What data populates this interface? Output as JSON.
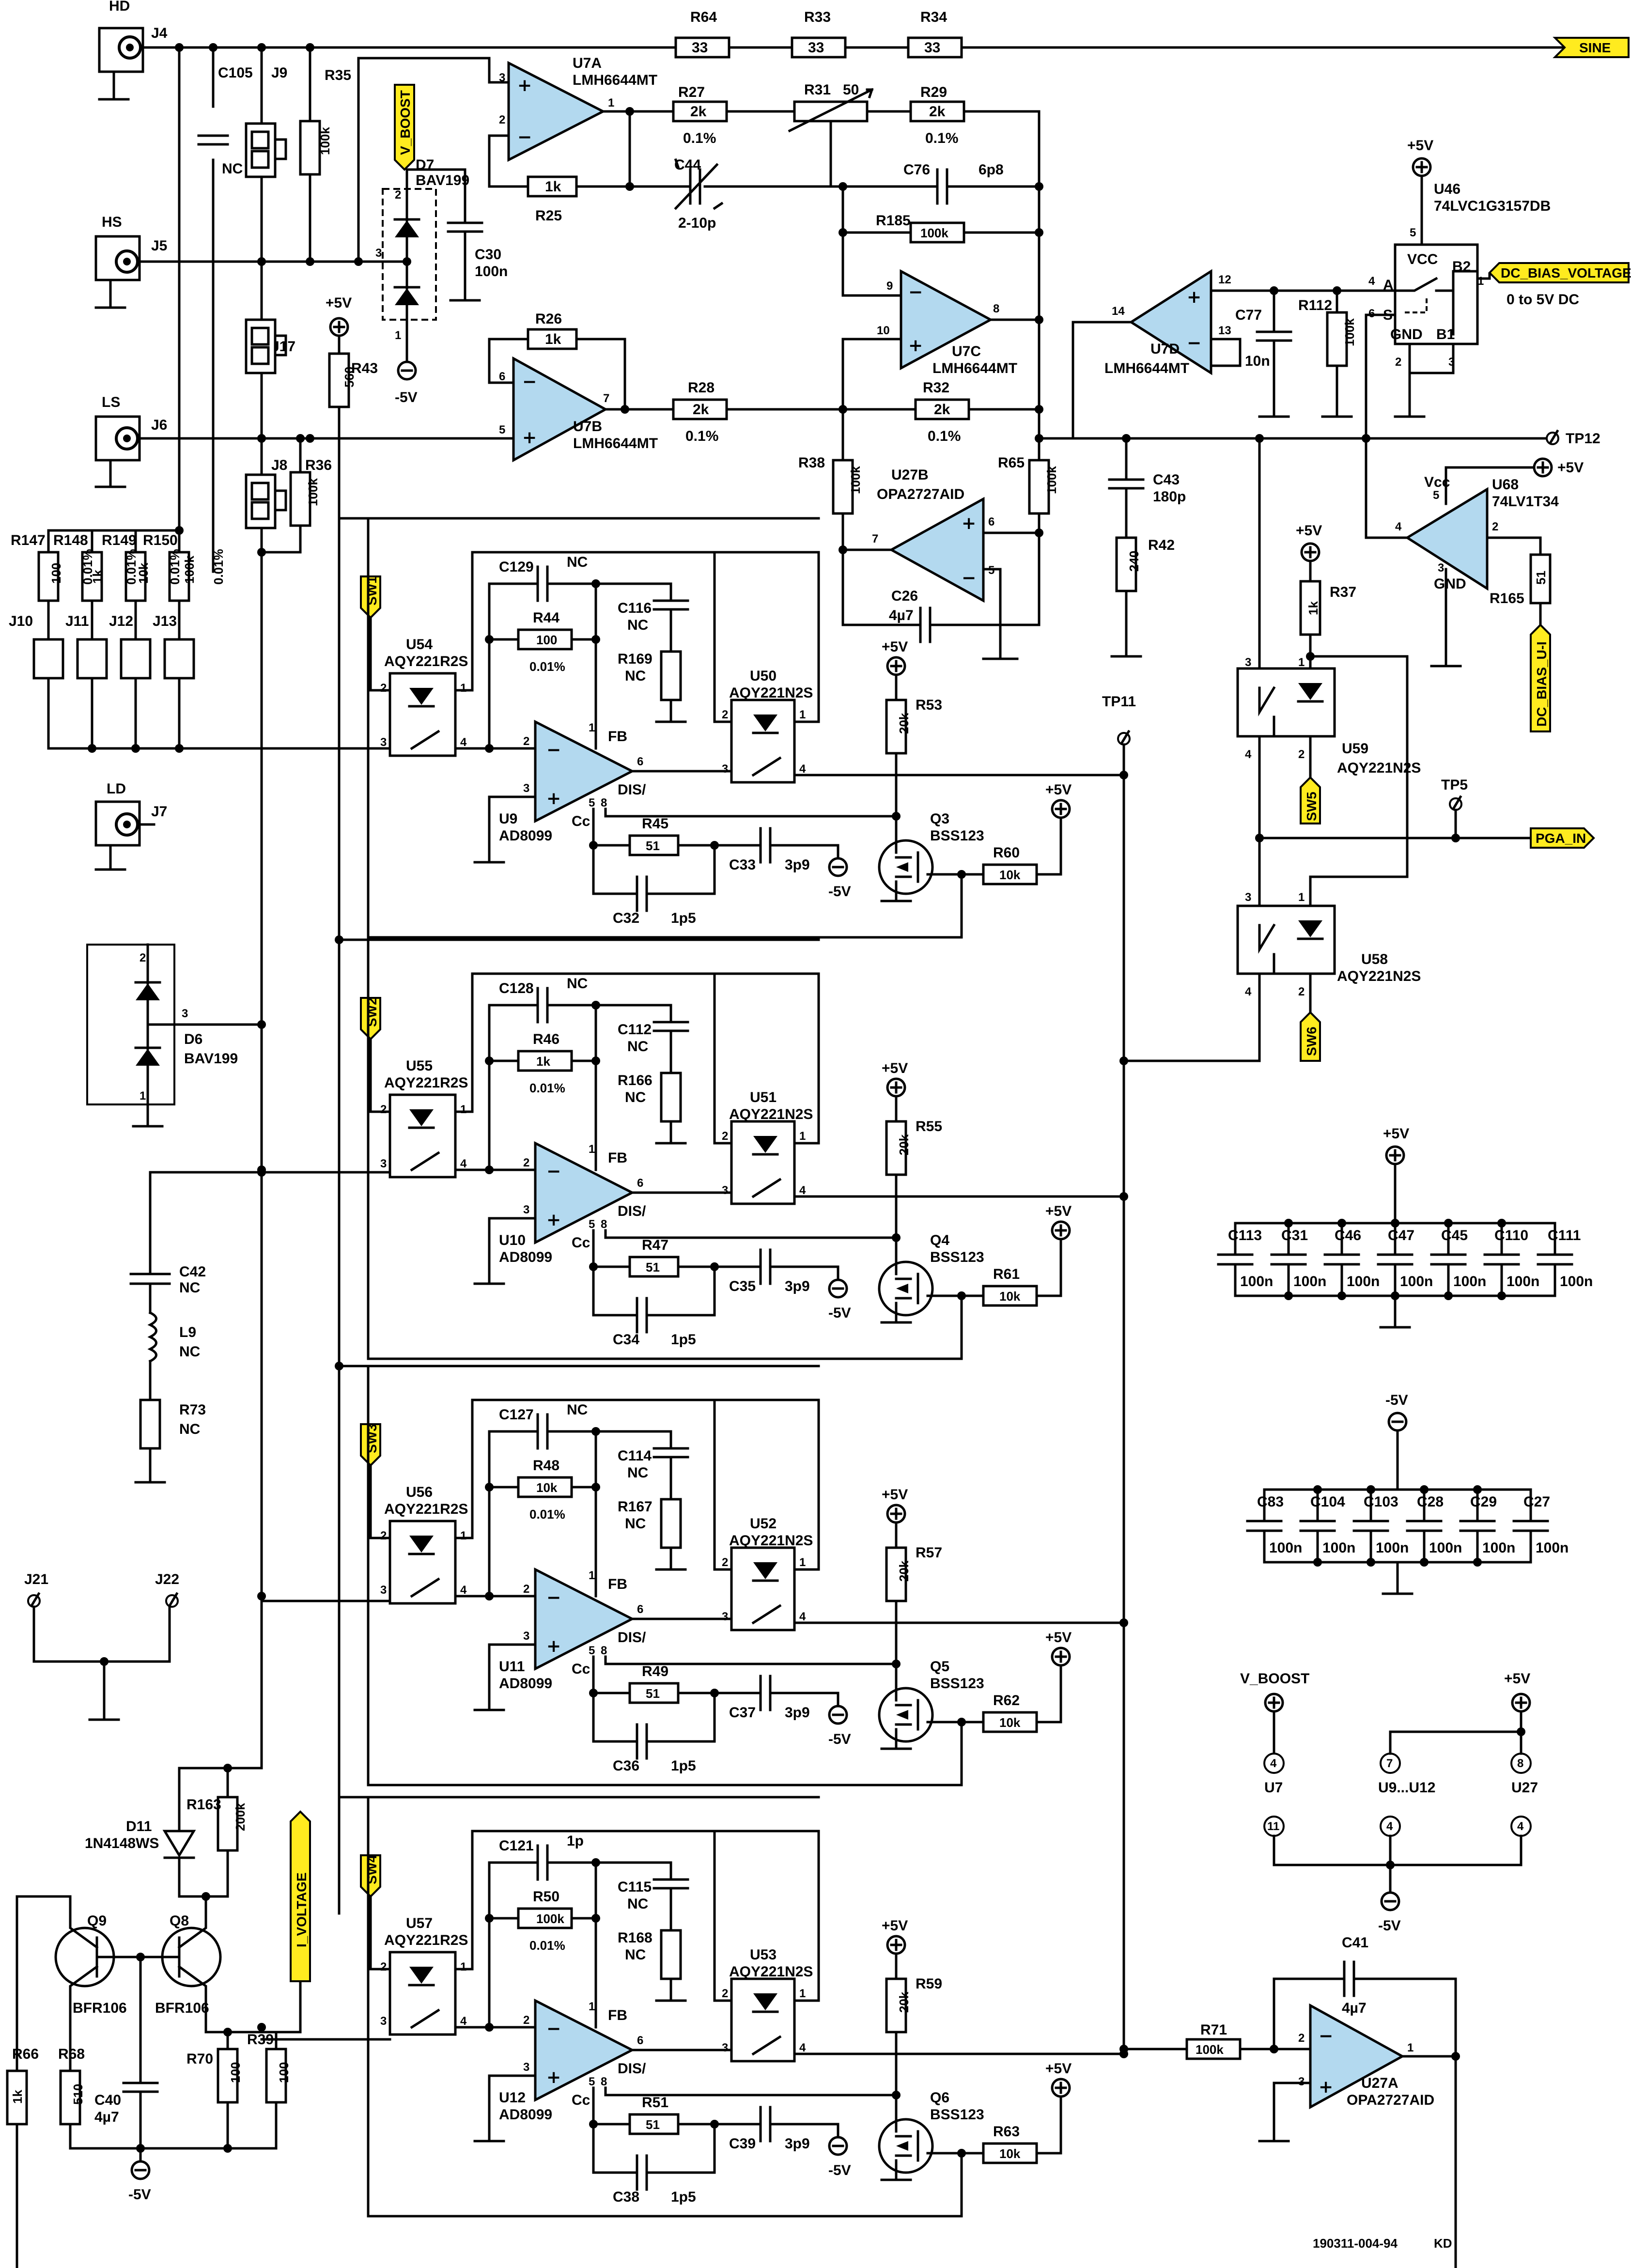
{
  "connectors": {
    "hd": "HD",
    "j4": "J4",
    "hs": "HS",
    "j5": "J5",
    "ls": "LS",
    "j6": "J6",
    "ld": "LD",
    "j7": "J7",
    "j8": "J8",
    "j9": "J9",
    "j10": "J10",
    "j11": "J11",
    "j12": "J12",
    "j13": "J13",
    "j17": "J17",
    "j21": "J21",
    "j22": "J22"
  },
  "flags": {
    "sine": "SINE",
    "dc_bias_voltage": "DC_BIAS_VOLTAGE",
    "dc_range": "0 to 5V DC",
    "dc_bias_ui": "DC_BIAS_U-I",
    "pga_in": "PGA_IN",
    "v_boost": "V_BOOST",
    "i_voltage": "I_VOLTAGE",
    "sw1": "SW1",
    "sw2": "SW2",
    "sw3": "SW3",
    "sw4": "SW4",
    "sw5": "SW5",
    "sw6": "SW6"
  },
  "testpoints": {
    "tp11": "TP11",
    "tp12": "TP12",
    "tp5": "TP5"
  },
  "rails": {
    "p5": "+5V",
    "m5": "-5V",
    "vboost": "V_BOOST"
  },
  "top": {
    "r64": "R64",
    "r64v": "33",
    "r33": "R33",
    "r33v": "33",
    "r34": "R34",
    "r34v": "33",
    "c105": "C105",
    "c105v": "NC",
    "r35": "R35",
    "r35v": "100k",
    "d7": "D7",
    "d7v": "BAV199",
    "c30": "C30",
    "c30v": "100n",
    "u7a": "U7A",
    "u7av": "LMH6644MT",
    "r27": "R27",
    "r27v": "2k",
    "r27t": "0.1%",
    "r31": "R31",
    "r31v": "50",
    "r29": "R29",
    "r29v": "2k",
    "r29t": "0.1%",
    "r25": "R25",
    "r25v": "1k",
    "c44": "C44",
    "c44v": "2-10p",
    "c76": "C76",
    "c76v": "6p8",
    "r185": "R185",
    "r185v": "100k",
    "u7c": "U7C",
    "u7cv": "LMH6644MT",
    "u7d": "U7D",
    "u7dv": "LMH6644MT",
    "c77": "C77",
    "c77v": "10n",
    "r112": "R112",
    "r112v": "100k",
    "u46": "U46",
    "u46v": "74LVC1G3157DB",
    "vcc": "VCC",
    "gnd": "GND",
    "a": "A",
    "s": "S",
    "b1": "B1",
    "b2": "B2",
    "r43": "R43",
    "r43v": "560",
    "r26": "R26",
    "r26v": "1k",
    "u7b": "U7B",
    "u7bv": "LMH6644MT",
    "r28": "R28",
    "r28v": "2k",
    "r28t": "0.1%",
    "r32": "R32",
    "r32v": "2k",
    "r32t": "0.1%",
    "r38": "R38",
    "r38v": "100k",
    "u27b": "U27B",
    "u27bv": "OPA2727AID",
    "r65": "R65",
    "r65v": "100k",
    "c26": "C26",
    "c26v": "4µ7",
    "c43": "C43",
    "c43v": "180p",
    "r42": "R42",
    "r42v": "240",
    "r36": "R36",
    "r36v": "100k"
  },
  "rangeres": {
    "r147": "R147",
    "r147v": "100",
    "r148": "R148",
    "r148v": "1k",
    "r149": "R149",
    "r149v": "10k",
    "r150": "R150",
    "r150v": "100k",
    "tol": "0.01%"
  },
  "bias": {
    "u68": "U68",
    "u68v": "74LV1T34",
    "vcc": "Vcc",
    "gnd": "GND",
    "r165": "R165",
    "r165v": "51",
    "r37": "R37",
    "r37v": "1k",
    "u59": "U59",
    "u59v": "AQY221N2S",
    "u58": "U58",
    "u58v": "AQY221N2S"
  },
  "stages": [
    {
      "usw": "U54",
      "uswv": "AQY221R2S",
      "c": "C129",
      "cv": "NC",
      "rf": "R44",
      "rfv": "100",
      "rft": "0.01%",
      "cn": "C116",
      "cnv": "NC",
      "rn": "R169",
      "rnv": "NC",
      "uo": "U50",
      "uov": "AQY221N2S",
      "amp": "U9",
      "ampv": "AD8099",
      "rs": "R45",
      "rsv": "51",
      "cs": "C33",
      "csv": "3p9",
      "cc": "C32",
      "ccv": "1p5",
      "rg": "R53",
      "rgv": "20k",
      "q": "Q3",
      "qv": "BSS123",
      "rb": "R60",
      "rbv": "10k"
    },
    {
      "usw": "U55",
      "uswv": "AQY221R2S",
      "c": "C128",
      "cv": "NC",
      "rf": "R46",
      "rfv": "1k",
      "rft": "0.01%",
      "cn": "C112",
      "cnv": "NC",
      "rn": "R166",
      "rnv": "NC",
      "uo": "U51",
      "uov": "AQY221N2S",
      "amp": "U10",
      "ampv": "AD8099",
      "rs": "R47",
      "rsv": "51",
      "cs": "C35",
      "csv": "3p9",
      "cc": "C34",
      "ccv": "1p5",
      "rg": "R55",
      "rgv": "20k",
      "q": "Q4",
      "qv": "BSS123",
      "rb": "R61",
      "rbv": "10k"
    },
    {
      "usw": "U56",
      "uswv": "AQY221R2S",
      "c": "C127",
      "cv": "NC",
      "rf": "R48",
      "rfv": "10k",
      "rft": "0.01%",
      "cn": "C114",
      "cnv": "NC",
      "rn": "R167",
      "rnv": "NC",
      "uo": "U52",
      "uov": "AQY221N2S",
      "amp": "U11",
      "ampv": "AD8099",
      "rs": "R49",
      "rsv": "51",
      "cs": "C37",
      "csv": "3p9",
      "cc": "C36",
      "ccv": "1p5",
      "rg": "R57",
      "rgv": "20k",
      "q": "Q5",
      "qv": "BSS123",
      "rb": "R62",
      "rbv": "10k"
    },
    {
      "usw": "U57",
      "uswv": "AQY221R2S",
      "c": "C121",
      "cv": "1p",
      "rf": "R50",
      "rfv": "100k",
      "rft": "0.01%",
      "cn": "C115",
      "cnv": "NC",
      "rn": "R168",
      "rnv": "NC",
      "uo": "U53",
      "uov": "AQY221N2S",
      "amp": "U12",
      "ampv": "AD8099",
      "rs": "R51",
      "rsv": "51",
      "cs": "C39",
      "csv": "3p9",
      "cc": "C38",
      "ccv": "1p5",
      "rg": "R59",
      "rgv": "20k",
      "q": "Q6",
      "qv": "BSS123",
      "rb": "R63",
      "rbv": "10k"
    }
  ],
  "pins": {
    "fb": "FB",
    "dis": "DIS/",
    "cc": "Cc"
  },
  "left": {
    "d6": "D6",
    "d6v": "BAV199",
    "c42": "C42",
    "c42v": "NC",
    "l9": "L9",
    "l9v": "NC",
    "r73": "R73",
    "r73v": "NC",
    "d11": "D11",
    "d11v": "1N4148WS",
    "r163": "R163",
    "r163v": "200k",
    "q9": "Q9",
    "q9v": "BFR106",
    "q8": "Q8",
    "q8v": "BFR106",
    "r66": "R66",
    "r66v": "1k",
    "r68": "R68",
    "r68v": "510",
    "c40": "C40",
    "c40v": "4µ7",
    "r70": "R70",
    "r70v": "100",
    "r39": "R39",
    "r39v": "100"
  },
  "decoupling": {
    "p5caps": [
      "C113",
      "C31",
      "C46",
      "C47",
      "C45",
      "C110",
      "C111"
    ],
    "m5caps": [
      "C83",
      "C104",
      "C103",
      "C28",
      "C29",
      "C27"
    ],
    "value": "100n"
  },
  "power": {
    "u7": "U7",
    "u9u12": "U9...U12",
    "u27": "U27",
    "p4": "4",
    "p7": "7",
    "p8": "8",
    "p11": "11",
    "p4b": "4",
    "p4c": "4"
  },
  "output": {
    "r71": "R71",
    "r71v": "100k",
    "c41": "C41",
    "c41v": "4µ7",
    "u27a": "U27A",
    "u27av": "OPA2727AID"
  },
  "footer": {
    "code": "190311-004-94",
    "initials": "KD"
  }
}
